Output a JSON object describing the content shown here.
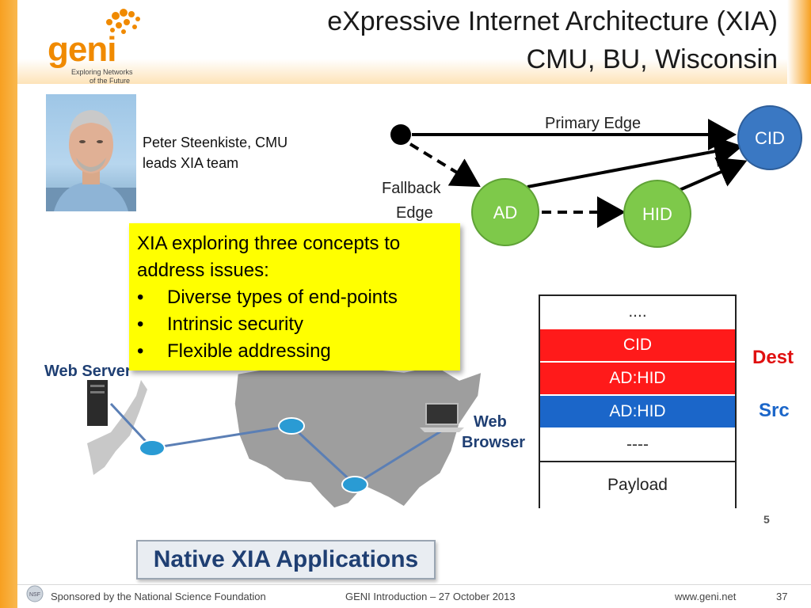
{
  "title": {
    "line1": "eXpressive Internet Architecture (XIA)",
    "line2": "CMU, BU, Wisconsin"
  },
  "logo": {
    "name": "geni",
    "tagline_1": "Exploring Networks",
    "tagline_2": "of the Future"
  },
  "person": {
    "line1": "Peter Steenkiste, CMU",
    "line2": "leads XIA team"
  },
  "concepts": {
    "intro_1": "XIA exploring three concepts to",
    "intro_2": "address issues:",
    "bullet_glyph": "•",
    "items": [
      "Diverse types of end-points",
      "Intrinsic security",
      "Flexible addressing"
    ]
  },
  "diagram": {
    "primary_edge": "Primary Edge",
    "fallback_1": "Fallback",
    "fallback_2": "Edge",
    "nodes": {
      "cid": "CID",
      "ad": "AD",
      "hid": "HID"
    },
    "colors": {
      "cid": "#3a78c3",
      "ad": "#7ec94a",
      "hid": "#7ec94a"
    }
  },
  "header_stack": {
    "rows": [
      {
        "label": "....",
        "color": "#ffffff",
        "text_color": "#333333"
      },
      {
        "label": "CID",
        "color": "#ff1a1a",
        "text_color": "#ffffff"
      },
      {
        "label": "AD:HID",
        "color": "#ff1a1a",
        "text_color": "#ffffff"
      },
      {
        "label": "AD:HID",
        "color": "#1b66c9",
        "text_color": "#ffffff"
      },
      {
        "label": "----",
        "color": "#ffffff",
        "text_color": "#333333"
      },
      {
        "label": "Payload",
        "color": "#ffffff",
        "text_color": "#222222"
      }
    ],
    "dest_label": "Dest",
    "src_label": "Src",
    "dest_color": "#e01010",
    "src_color": "#1b66c9",
    "slide_ref": "5"
  },
  "map": {
    "web_server": "Web Server",
    "web_browser_1": "Web",
    "web_browser_2": "Browser"
  },
  "native_apps": "Native XIA Applications",
  "footer": {
    "sponsor": "Sponsored by the National Science Foundation",
    "center": "GENI Introduction – 27 October 2013",
    "url": "www.geni.net",
    "page": "37"
  }
}
